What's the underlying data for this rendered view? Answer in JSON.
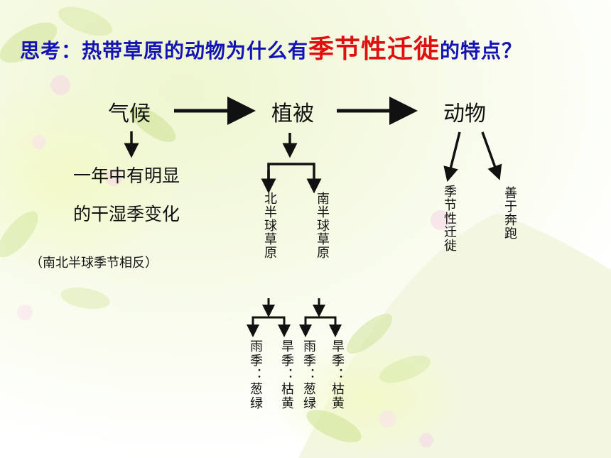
{
  "title": {
    "prefix": "思考：热带草原的动物为什么有",
    "highlight": "季节性迁徙",
    "suffix": "的特点？"
  },
  "nodes": {
    "climate": "气候",
    "vegetation": "植被",
    "animals": "动物"
  },
  "climate_desc": {
    "line1": "一年中有明显",
    "line2": "的干湿季变化",
    "note": "（南北半球季节相反）"
  },
  "vegetation_branches": {
    "north": "北半球草原",
    "south": "南半球草原"
  },
  "animal_traits": {
    "migration": "季节性迁徙",
    "running": "善于奔跑"
  },
  "seasons": {
    "n_rain": "雨季：葱绿",
    "n_dry": "旱季：枯黄",
    "s_rain": "雨季：葱绿",
    "s_dry": "旱季：枯黄"
  },
  "colors": {
    "title": "#1414b4",
    "highlight": "#e01010"
  }
}
